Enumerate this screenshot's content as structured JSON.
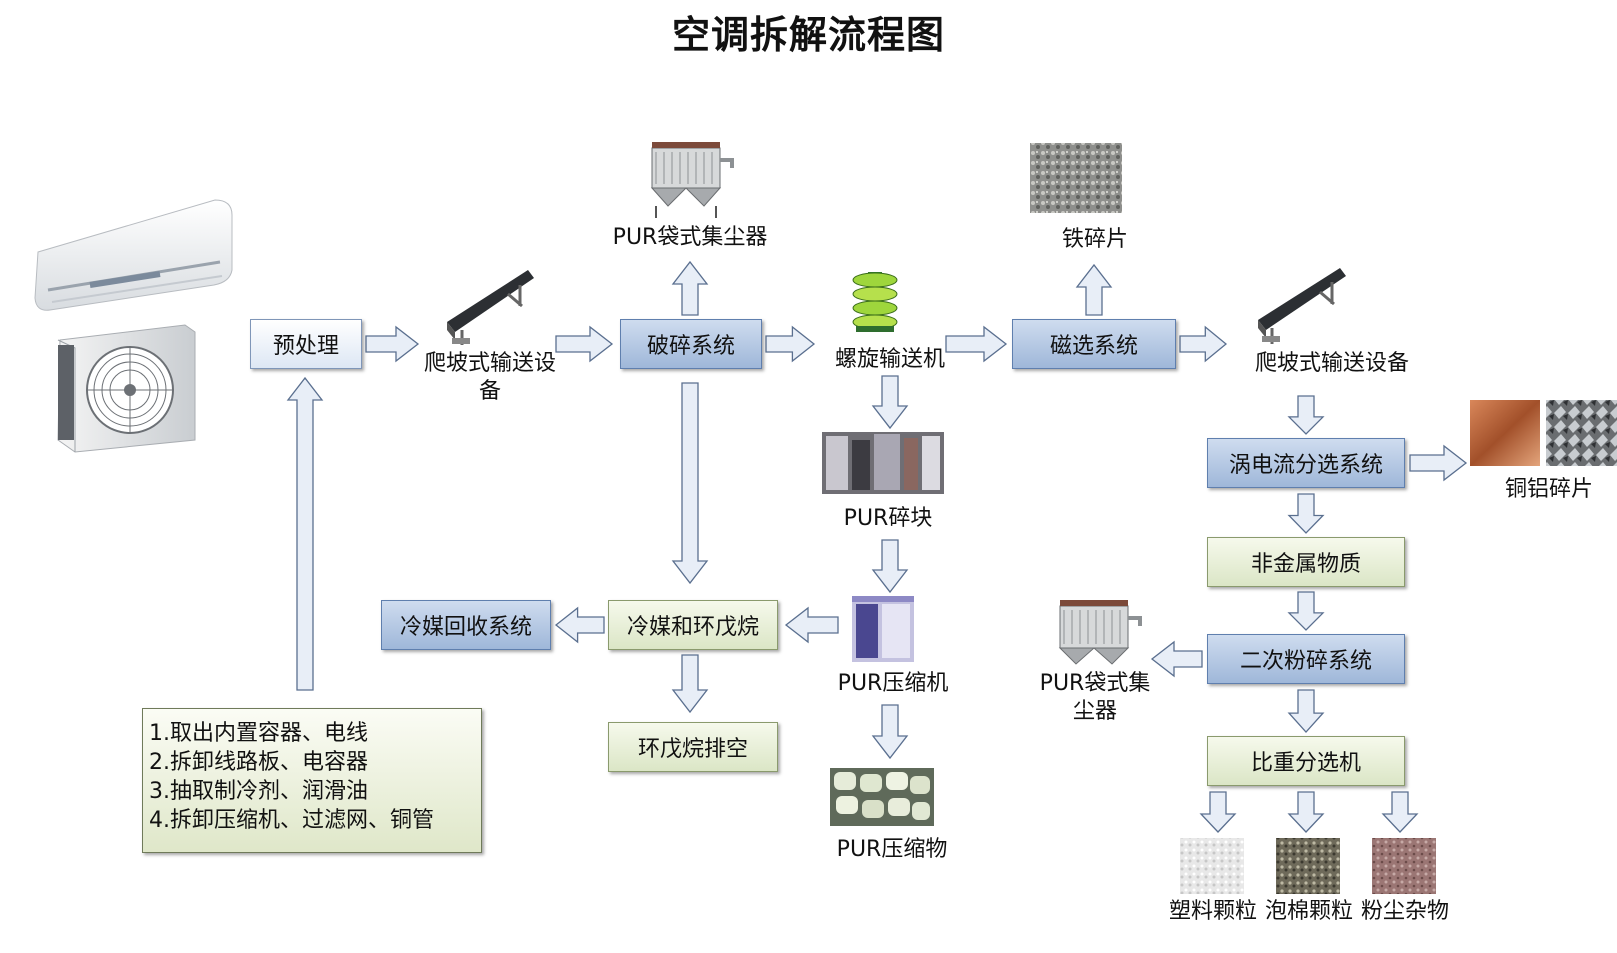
{
  "title": "空调拆解流程图",
  "nodes": {
    "pretreat": "预处理",
    "crusher": "破碎系统",
    "magnetic": "磁选系统",
    "eddy": "涡电流分选系统",
    "nonmetal": "非金属物质",
    "secondary": "二次粉碎系统",
    "gravity": "比重分选机",
    "refrigerant_recovery": "冷媒回收系统",
    "refrigerant_mix": "冷媒和环戊烷",
    "cyclopentane_vent": "环戊烷排空"
  },
  "labels": {
    "climb_conveyor_1": "爬坡式输送设备",
    "dust_collector_1": "PUR袋式集尘器",
    "screw_conveyor": "螺旋输送机",
    "iron_chips": "铁碎片",
    "climb_conveyor_2": "爬坡式输送设备",
    "copper_aluminum": "铜铝碎片",
    "pur_blocks": "PUR碎块",
    "pur_compressor": "PUR压缩机",
    "pur_compressed": "PUR压缩物",
    "dust_collector_2": "PUR袋式集尘器",
    "plastic_granules": "塑料颗粒",
    "foam_granules": "泡棉颗粒",
    "dust_debris": "粉尘杂物"
  },
  "steps": [
    "1.取出内置容器、电线",
    "2.拆卸线路板、电容器",
    "3.抽取制冷剂、润滑油",
    "4.拆卸压缩机、过滤网、铜管"
  ],
  "colors": {
    "arrow_fill": "#e8eef7",
    "arrow_stroke": "#5a6f8f",
    "blue_box": "#a9bfdd",
    "green_box": "#e2ebd0"
  }
}
